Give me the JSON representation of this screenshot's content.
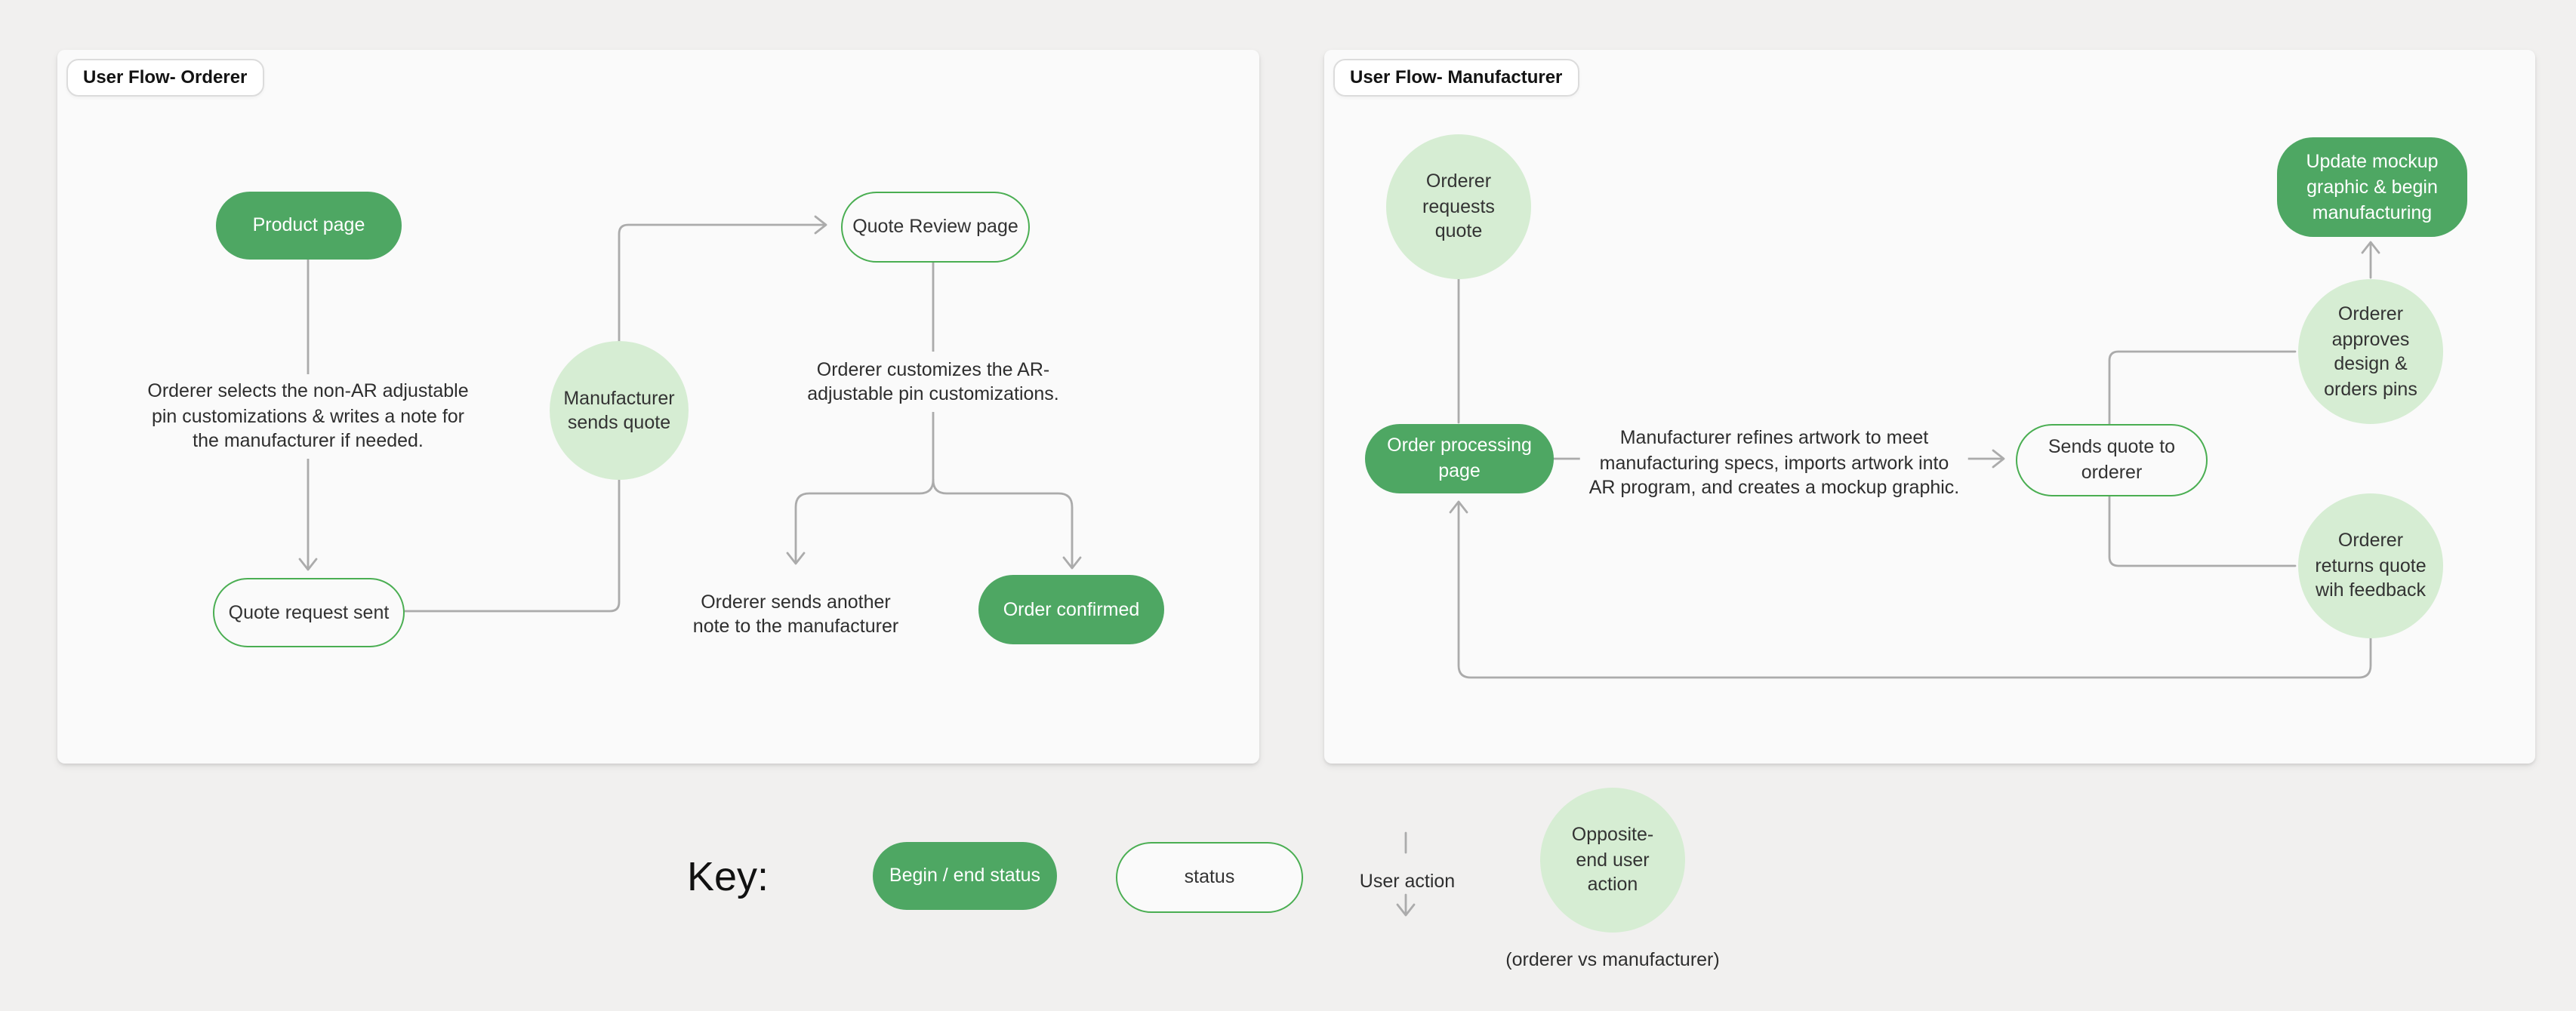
{
  "canvas": {
    "background": "#F1F0EF",
    "panel_background": "#FAFAFA"
  },
  "colors": {
    "green_fill": "#4EA763",
    "green_outline": "#4AAE52",
    "light_green_circle": "#D6EDD3",
    "connector_gray": "#ABABAB"
  },
  "orderer_panel": {
    "title": "User Flow- Orderer",
    "nodes": {
      "product_page": {
        "lines": [
          "Product page"
        ]
      },
      "quote_review_page": {
        "lines": [
          "Quote Review page"
        ]
      },
      "manufacturer_sends_quote": {
        "lines": [
          "Manufacturer",
          "sends quote"
        ]
      },
      "quote_request_sent": {
        "lines": [
          "Quote request sent"
        ]
      },
      "order_confirmed": {
        "lines": [
          "Order confirmed"
        ]
      }
    },
    "notes": {
      "selects": {
        "lines": [
          "Orderer selects the non-AR adjustable",
          "pin customizations & writes a note for",
          "the manufacturer if needed."
        ]
      },
      "customizes": {
        "lines": [
          "Orderer customizes the AR-",
          "adjustable pin customizations."
        ]
      },
      "sends_note": {
        "lines": [
          "Orderer sends another",
          "note to the manufacturer"
        ]
      }
    }
  },
  "manufacturer_panel": {
    "title": "User Flow- Manufacturer",
    "nodes": {
      "orderer_requests_quote": {
        "lines": [
          "Orderer",
          "requests",
          "quote"
        ]
      },
      "order_processing_page": {
        "lines": [
          "Order processing",
          "page"
        ]
      },
      "sends_quote_to_orderer": {
        "lines": [
          "Sends quote to",
          "orderer"
        ]
      },
      "update_mockup": {
        "lines": [
          "Update mockup",
          "graphic & begin",
          "manufacturing"
        ]
      },
      "orderer_approves": {
        "lines": [
          "Orderer",
          "approves",
          "design &",
          "orders pins"
        ]
      },
      "orderer_returns": {
        "lines": [
          "Orderer",
          "returns quote",
          "wih feedback"
        ]
      }
    },
    "notes": {
      "refines": {
        "lines": [
          "Manufacturer refines artwork to meet",
          "manufacturing specs, imports artwork into",
          "AR program, and creates a mockup graphic."
        ]
      }
    }
  },
  "key": {
    "label": "Key:",
    "begin_end_status": "Begin / end status",
    "status": "status",
    "user_action": "User action",
    "opposite_end": {
      "lines": [
        "Opposite-",
        "end user",
        "action"
      ]
    },
    "caption": "(orderer vs manufacturer)"
  }
}
